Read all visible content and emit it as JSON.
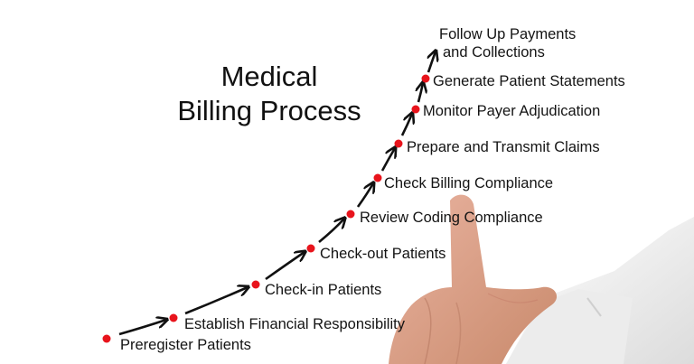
{
  "title": {
    "line1": "Medical",
    "line2": "Billing Process"
  },
  "colors": {
    "dot": "#e8141c",
    "arrow": "#111111",
    "text": "#141414",
    "background": "#ffffff",
    "skin": "#e0a08c",
    "shirt": "#f2f2f2"
  },
  "steps": [
    {
      "label": "Preregister Patients"
    },
    {
      "label": "Establish Financial Responsibility"
    },
    {
      "label": "Check-in Patients"
    },
    {
      "label": "Check-out Patients"
    },
    {
      "label": "Review Coding Compliance"
    },
    {
      "label": "Check Billing Compliance"
    },
    {
      "label": "Prepare and Transmit Claims"
    },
    {
      "label": "Monitor Payer Adjudication"
    },
    {
      "label": "Generate Patient Statements"
    },
    {
      "label_line1": "Follow Up Payments",
      "label_line2": "and Collections"
    }
  ]
}
